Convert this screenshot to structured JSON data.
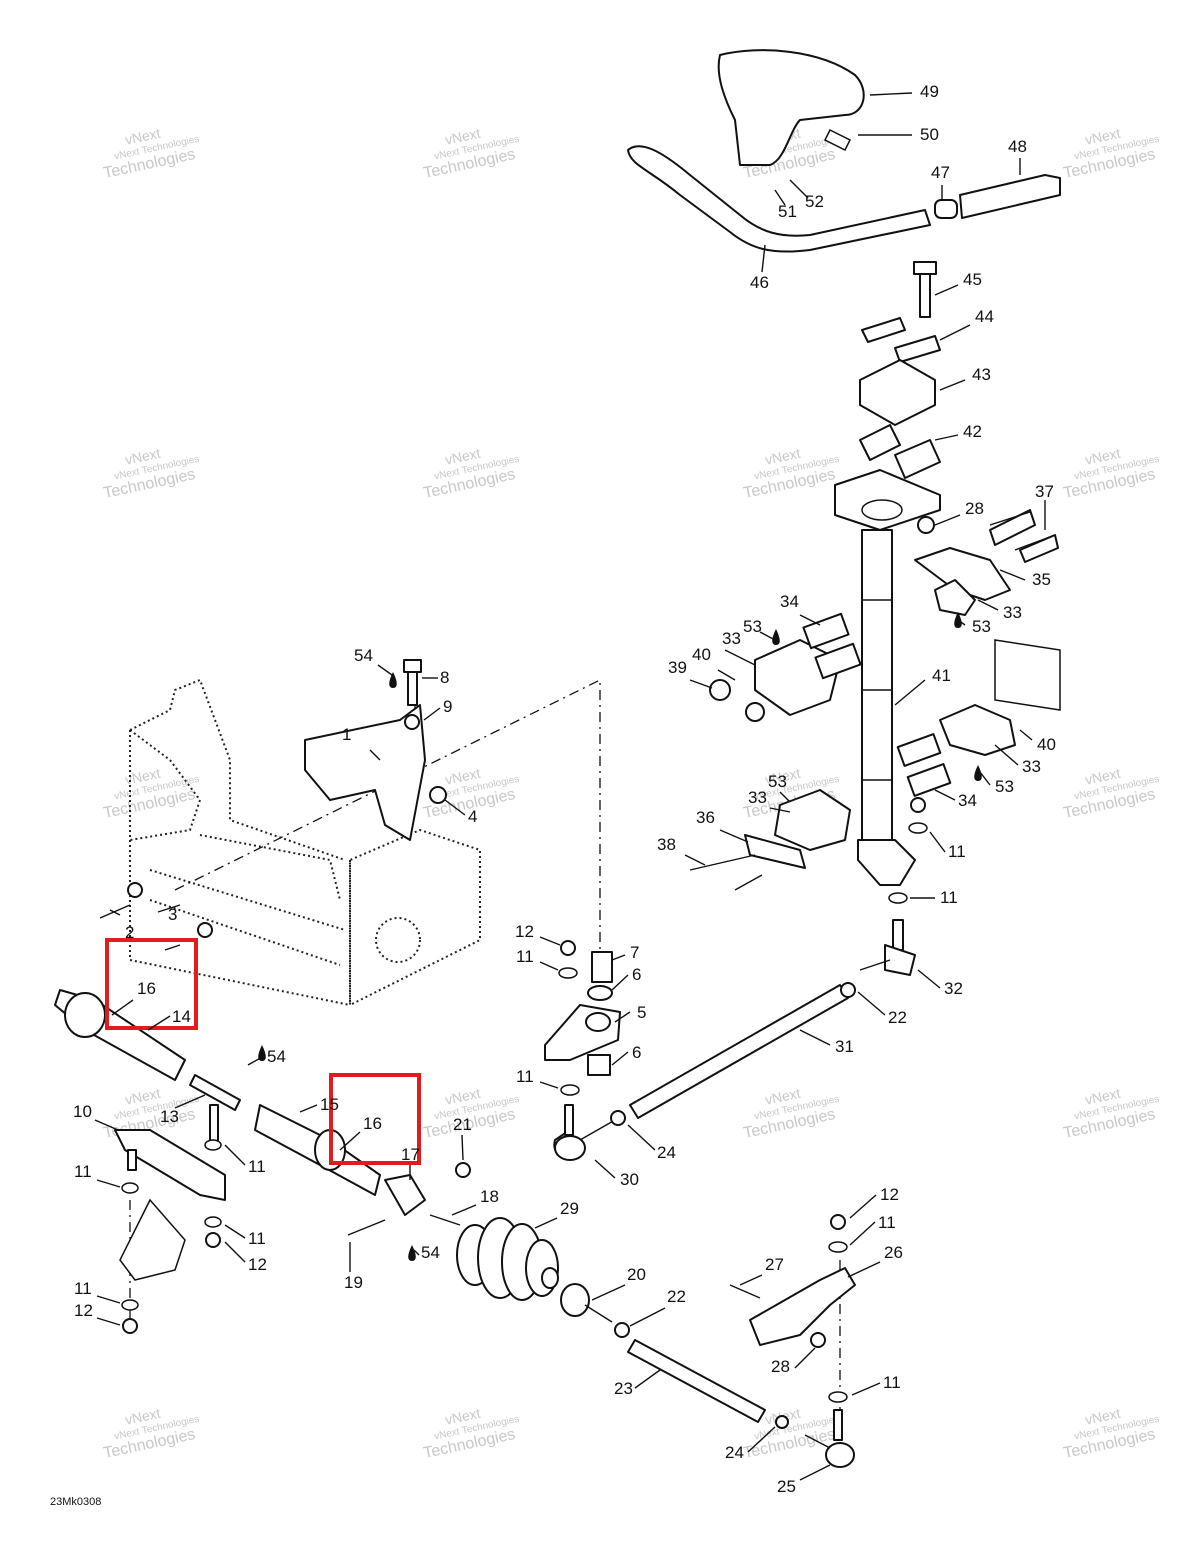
{
  "diagram": {
    "drawing_code": "23Mk0308",
    "watermark_line1": "vNext Technologies",
    "watermark_line2": "vNext",
    "watermark_line3": "Technologies",
    "highlight_color": "#e31b1b",
    "labels": [
      "1",
      "2",
      "3",
      "4",
      "5",
      "6",
      "6",
      "7",
      "8",
      "9",
      "10",
      "11",
      "11",
      "11",
      "11",
      "11",
      "11",
      "11",
      "11",
      "11",
      "11",
      "12",
      "12",
      "12",
      "12",
      "13",
      "14",
      "15",
      "16",
      "16",
      "17",
      "18",
      "19",
      "20",
      "21",
      "22",
      "22",
      "23",
      "24",
      "24",
      "25",
      "26",
      "27",
      "28",
      "28",
      "29",
      "30",
      "31",
      "32",
      "33",
      "33",
      "33",
      "33",
      "34",
      "34",
      "35",
      "36",
      "37",
      "38",
      "39",
      "40",
      "40",
      "41",
      "42",
      "43",
      "44",
      "45",
      "46",
      "47",
      "48",
      "49",
      "50",
      "51",
      "52",
      "53",
      "53",
      "53",
      "53",
      "54",
      "54",
      "54"
    ]
  }
}
